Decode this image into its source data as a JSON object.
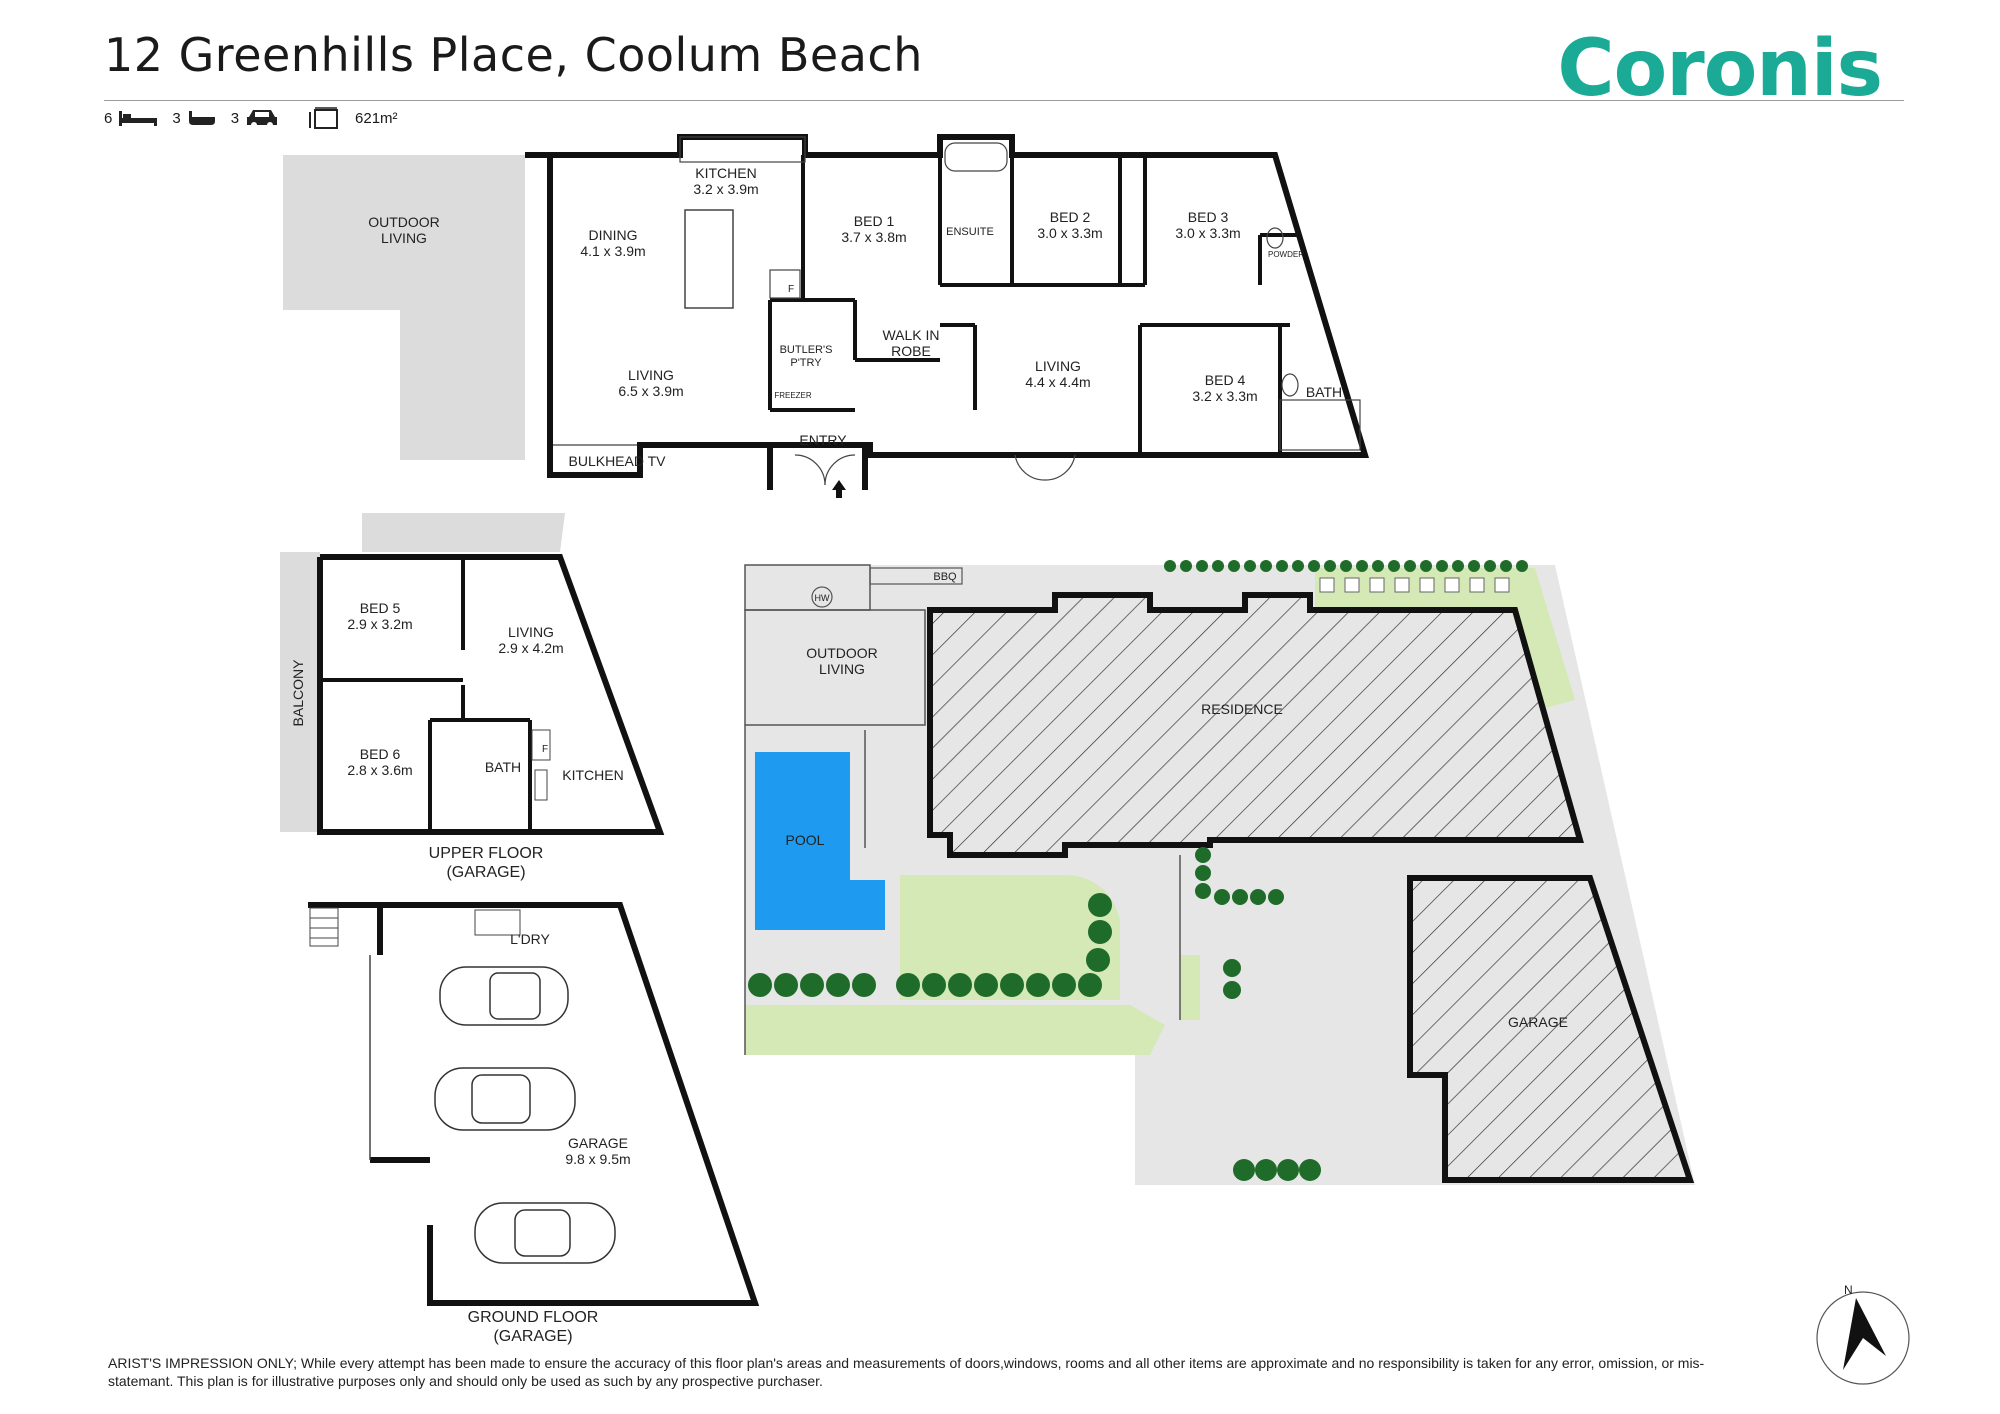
{
  "header": {
    "address": "12 Greenhills Place, Coolum Beach",
    "brand": "Coronis",
    "brand_color": "#1aaa96"
  },
  "stats": {
    "beds": "6",
    "baths": "3",
    "cars": "3",
    "area": "621m²",
    "icons": [
      "bed-icon",
      "bath-icon",
      "car-icon",
      "land-area-icon"
    ]
  },
  "main_floor": {
    "outdoor_living": [
      "OUTDOOR",
      "LIVING"
    ],
    "kitchen": {
      "name": "KITCHEN",
      "dims": "3.2 x 3.9m"
    },
    "dining": {
      "name": "DINING",
      "dims": "4.1 x 3.9m"
    },
    "living": {
      "name": "LIVING",
      "dims": "6.5 x 3.9m"
    },
    "bulkhead": "BULKHEAD TV",
    "fridge": "F",
    "butlers": [
      "BUTLER'S",
      "P'TRY"
    ],
    "freezer": "FREEZER",
    "entry": "ENTRY",
    "bed1": {
      "name": "BED 1",
      "dims": "3.7 x 3.8m"
    },
    "ensuite": "ENSUITE",
    "walk_in": [
      "WALK IN",
      "ROBE"
    ],
    "bed2": {
      "name": "BED 2",
      "dims": "3.0 x 3.3m"
    },
    "bed3": {
      "name": "BED 3",
      "dims": "3.0 x 3.3m"
    },
    "powder": "POWDER",
    "living2": {
      "name": "LIVING",
      "dims": "4.4 x 4.4m"
    },
    "bed4": {
      "name": "BED 4",
      "dims": "3.2 x 3.3m"
    },
    "bath": "BATH"
  },
  "upper_floor": {
    "title": [
      "UPPER FLOOR",
      "(GARAGE)"
    ],
    "bed5": {
      "name": "BED 5",
      "dims": "2.9 x 3.2m"
    },
    "living": {
      "name": "LIVING",
      "dims": "2.9 x 4.2m"
    },
    "balcony": "BALCONY",
    "bed6": {
      "name": "BED 6",
      "dims": "2.8 x 3.6m"
    },
    "bath": "BATH",
    "kitchen": "KITCHEN",
    "fridge": "F"
  },
  "ground_floor": {
    "title": [
      "GROUND FLOOR",
      "(GARAGE)"
    ],
    "laundry": "L'DRY",
    "garage": {
      "name": "GARAGE",
      "dims": "9.8 x 9.5m"
    }
  },
  "site_plan": {
    "bbq": "BBQ",
    "hw": "HW",
    "outdoor_living": [
      "OUTDOOR",
      "LIVING"
    ],
    "pool": "POOL",
    "residence": "RESIDENCE",
    "garage": "GARAGE",
    "pool_color": "#1e9bf0",
    "lawn_color": "#d4e9b6",
    "paving_color": "#e6e6e6",
    "hedge_color": "#1f6b2a"
  },
  "disclaimer": "ARIST'S IMPRESSION ONLY; While every attempt has been made to ensure the accuracy of this floor plan's areas and measurements of doors,windows, rooms and all other items are approximate and no responsibility is taken for any error, omission, or mis-statemant. This plan is for illustrative purposes only and should only be used as such by any prospective purchaser.",
  "north_label": "N"
}
